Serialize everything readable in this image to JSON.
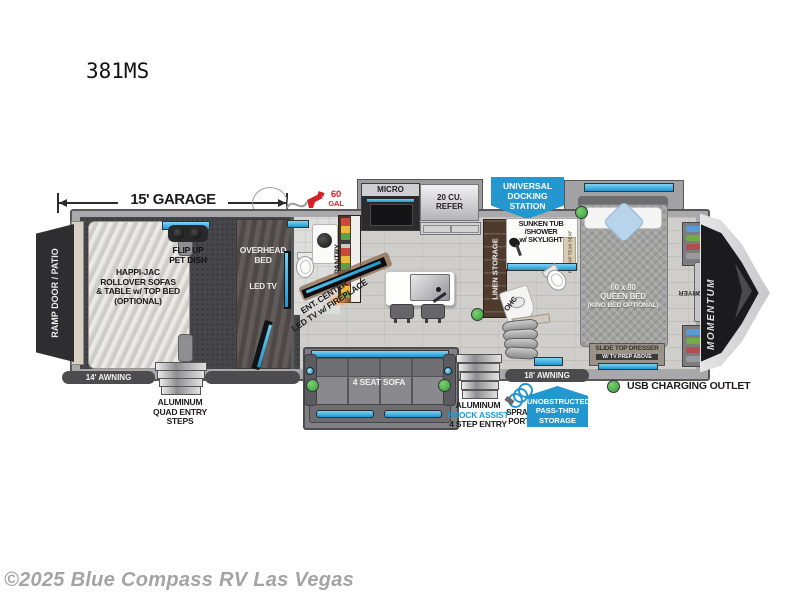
{
  "title": {
    "model": "381MS"
  },
  "watermark": "©2025 Blue Compass RV Las Vegas",
  "colors": {
    "accent_blue": "#29abe2",
    "banner_blue": "#2398d0",
    "shock_blue": "#1b9cd8",
    "usb_green": "#3fae47",
    "fuel_red": "#e01f26",
    "ink": "#231f20",
    "wall_gray": "#a9a9ab",
    "garage_floor": "#47474b",
    "floor_light": "#cfcecb"
  },
  "legend": {
    "usb_label": "USB CHARGING OUTLET"
  },
  "garage": {
    "dim": "15' GARAGE",
    "fuel_qty": [
      "60",
      "GAL"
    ],
    "ramp": "RAMP DOOR / PATIO",
    "happijac": [
      "HAPPI-JAC",
      "ROLLOVER SOFAS",
      "& TABLE w/ TOP BED",
      "(OPTIONAL)"
    ],
    "pet_dish": [
      "FLIP UP",
      "PET DISH"
    ],
    "overhead_bed": [
      "OVERHEAD",
      "BED"
    ],
    "led_tv": "LED TV",
    "awning": "14' AWNING",
    "steps": [
      "ALUMINUM",
      "QUAD ENTRY",
      "STEPS"
    ]
  },
  "kitchen": {
    "micro": "MICRO",
    "refer": [
      "20 CU.",
      "REFER"
    ],
    "pantry": "PANTRY",
    "ent_center": [
      "ENT. CENTER",
      "LED TV w/ FIREPLACE"
    ],
    "sofa": "4 SEAT SOFA",
    "linen": "LINEN STORAGE"
  },
  "bath": {
    "tub": [
      "SUNKEN TUB /SHOWER",
      "w/ SKYLIGHT"
    ],
    "teak_seat": "FLIP UP TEAK SEAT",
    "ohc": "OHC"
  },
  "bedroom": {
    "docking": [
      "UNIVERSAL",
      "DOCKING",
      "STATION"
    ],
    "bed": [
      "60 x 80",
      "QUEEN BED",
      "(KING BED OPTIONAL)"
    ],
    "dresser": [
      "SLIDE TOP DRESSER",
      "W/ TV PREP ABOVE"
    ],
    "washer": [
      "WASHER/DRYER",
      "PREP"
    ],
    "brand": "MOMENTUM"
  },
  "exterior": {
    "awning": "18' AWNING",
    "entry": [
      "ALUMINUM",
      "SHOCK ASSIST",
      "4 STEP ENTRY"
    ],
    "spray": [
      "SPRAY",
      "PORT"
    ],
    "passthru": [
      "UNOBSTRUCTED",
      "PASS-THRU",
      "STORAGE"
    ]
  }
}
